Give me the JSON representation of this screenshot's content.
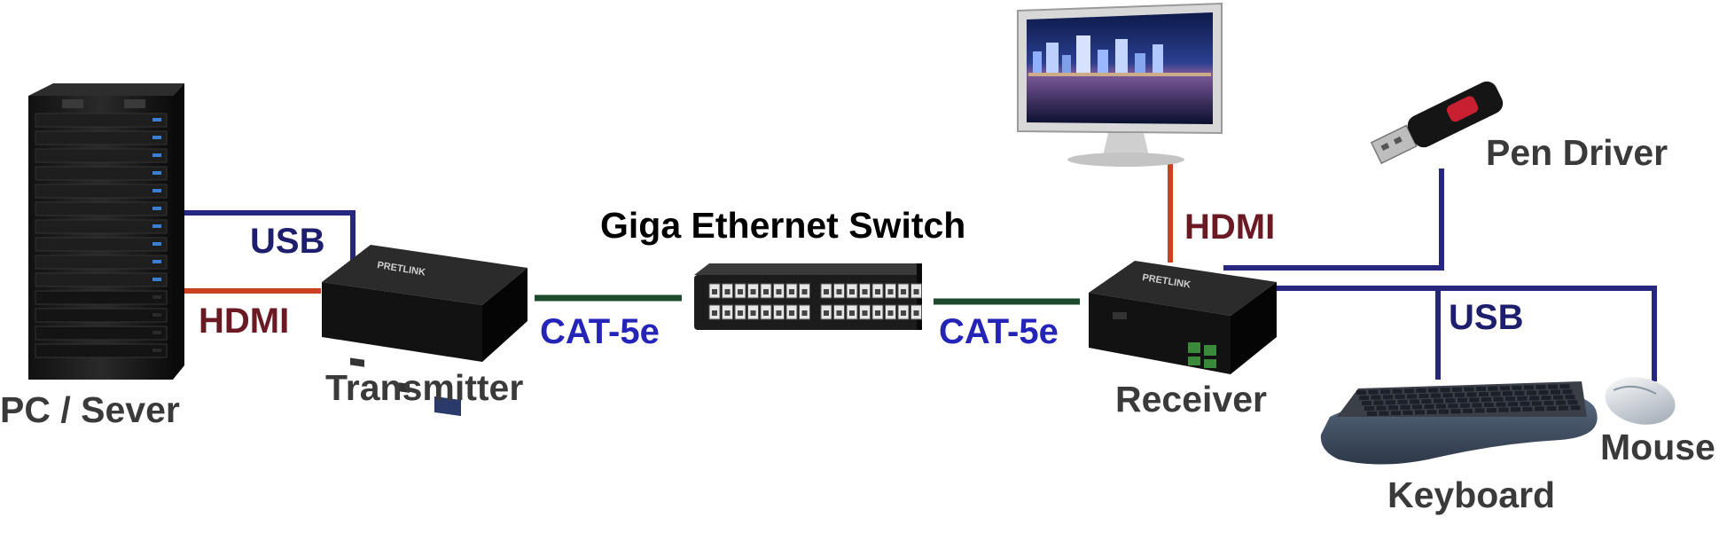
{
  "colors": {
    "usb_line": "#27277f",
    "hdmi_line": "#cc3f1f",
    "cat_line": "#1e4a2e",
    "device_body": "#1a1a1a",
    "label_dark": "#3a3a3a",
    "cat_text": "#2424b8",
    "usb_text": "#1e1e6e",
    "hdmi_text": "#6b1a24"
  },
  "labels": {
    "pc": "PC / Sever",
    "transmitter": "Transmitter",
    "switch": "Giga Ethernet Switch",
    "receiver": "Receiver",
    "pen": "Pen Driver",
    "keyboard": "Keyboard",
    "mouse": "Mouse",
    "usb_left": "USB",
    "hdmi_left": "HDMI",
    "cat_left": "CAT-5e",
    "cat_right": "CAT-5e",
    "hdmi_right": "HDMI",
    "usb_right": "USB"
  },
  "icons": {
    "pc": "server-rack-icon",
    "transmitter": "hdmi-extender-transmitter-icon",
    "switch": "ethernet-switch-icon",
    "receiver": "hdmi-extender-receiver-icon",
    "monitor": "monitor-icon",
    "pen": "usb-flash-drive-icon",
    "keyboard": "keyboard-icon",
    "mouse": "mouse-icon"
  }
}
